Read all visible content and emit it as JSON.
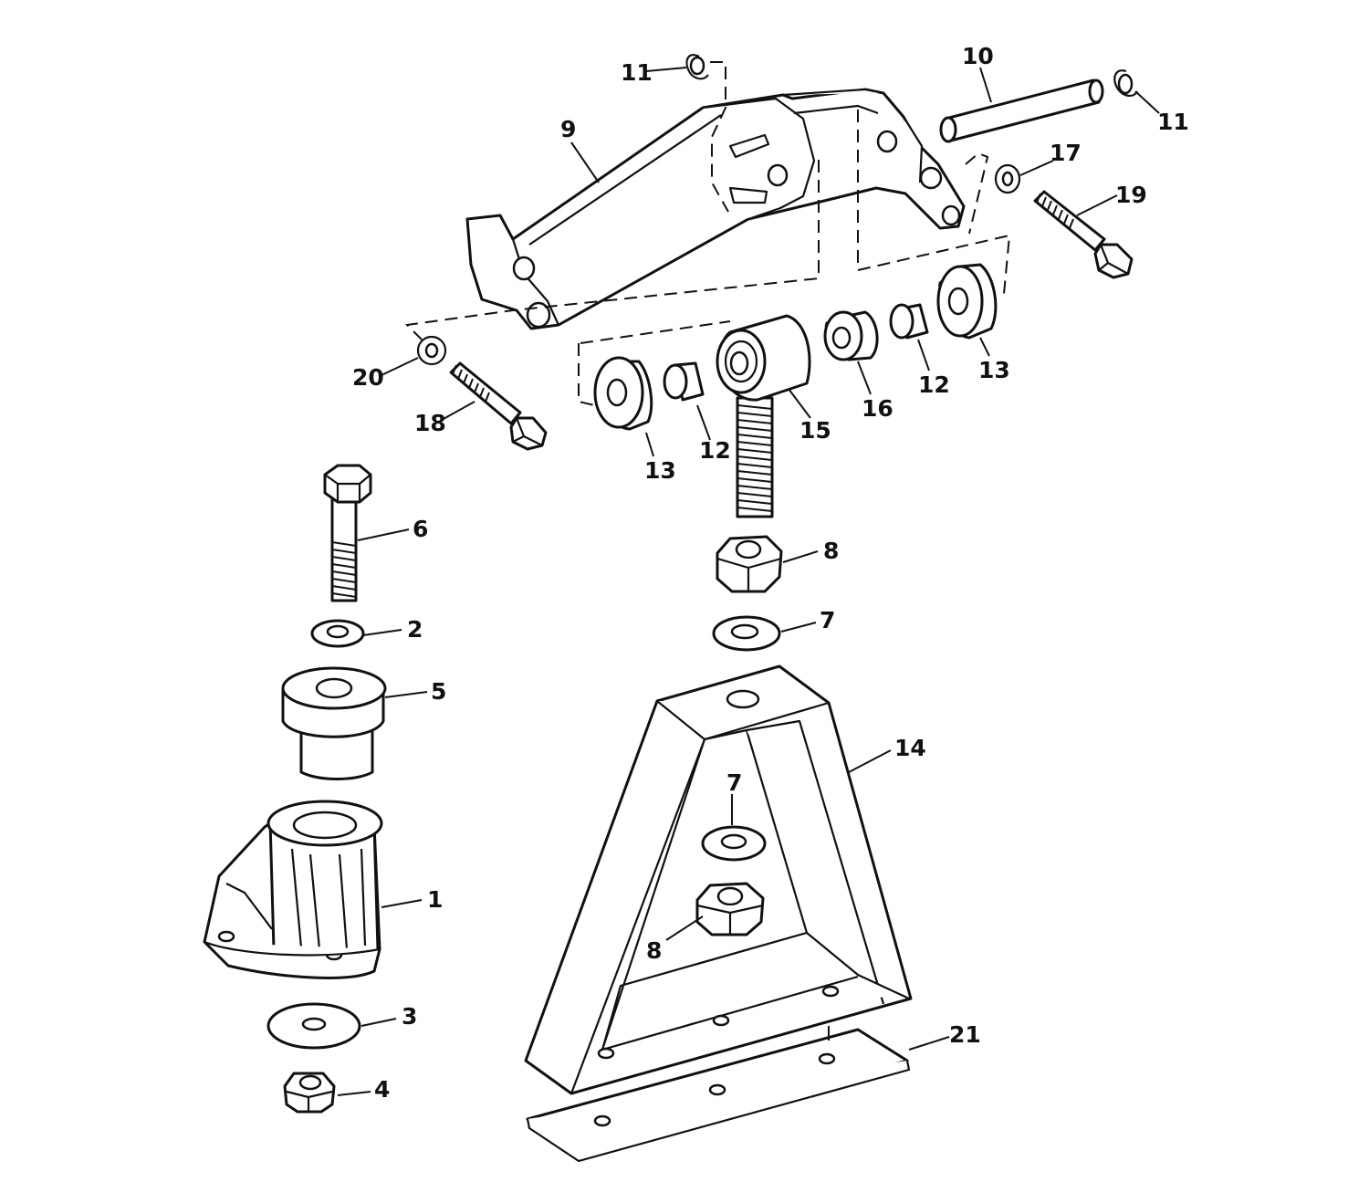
{
  "callouts": [
    {
      "id": "c1",
      "text": "1"
    },
    {
      "id": "c2",
      "text": "2"
    },
    {
      "id": "c3",
      "text": "3"
    },
    {
      "id": "c4",
      "text": "4"
    },
    {
      "id": "c5",
      "text": "5"
    },
    {
      "id": "c6",
      "text": "6"
    },
    {
      "id": "c7a",
      "text": "7"
    },
    {
      "id": "c7b",
      "text": "7"
    },
    {
      "id": "c8a",
      "text": "8"
    },
    {
      "id": "c8b",
      "text": "8"
    },
    {
      "id": "c9",
      "text": "9"
    },
    {
      "id": "c10",
      "text": "10"
    },
    {
      "id": "c11a",
      "text": "11"
    },
    {
      "id": "c11b",
      "text": "11"
    },
    {
      "id": "c12a",
      "text": "12"
    },
    {
      "id": "c12b",
      "text": "12"
    },
    {
      "id": "c13a",
      "text": "13"
    },
    {
      "id": "c13b",
      "text": "13"
    },
    {
      "id": "c14",
      "text": "14"
    },
    {
      "id": "c15",
      "text": "15"
    },
    {
      "id": "c16",
      "text": "16"
    },
    {
      "id": "c17",
      "text": "17"
    },
    {
      "id": "c18",
      "text": "18"
    },
    {
      "id": "c19",
      "text": "19"
    },
    {
      "id": "c20",
      "text": "20"
    },
    {
      "id": "c21",
      "text": "21"
    }
  ]
}
